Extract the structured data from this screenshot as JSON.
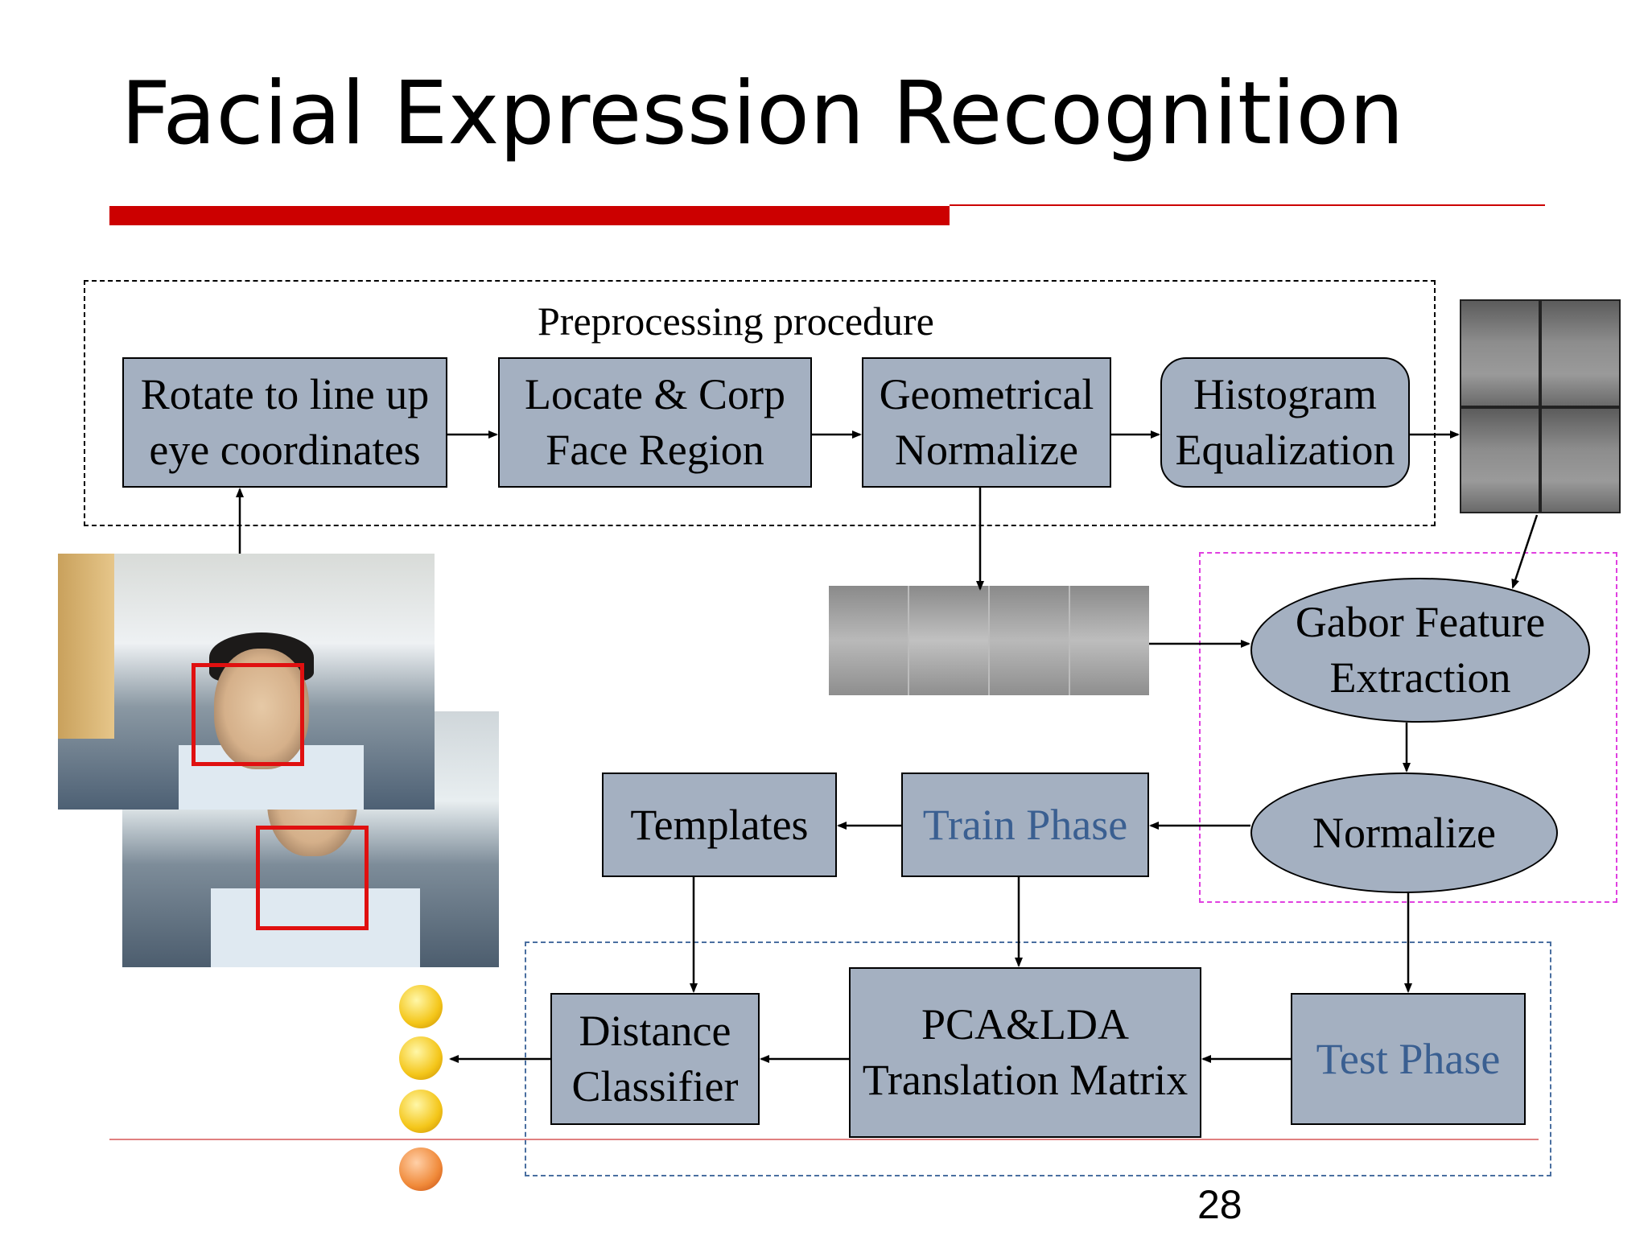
{
  "slide": {
    "title": "Facial Expression Recognition",
    "page_number": "28",
    "accent_color": "#cc0000"
  },
  "preprocessing": {
    "label": "Preprocessing procedure",
    "steps": [
      "Rotate to line up\neye coordinates",
      "Locate & Corp\nFace Region",
      "Geometrical\nNormalize",
      "Histogram\nEqualization"
    ]
  },
  "feature": {
    "gabor": "Gabor Feature\nExtraction",
    "normalize": "Normalize"
  },
  "train": {
    "phase": "Train Phase",
    "templates": "Templates"
  },
  "test": {
    "phase": "Test Phase",
    "pca": "PCA&LDA\nTranslation Matrix",
    "classifier": "Distance\nClassifier"
  },
  "colors": {
    "box_fill": "#a4b0c1",
    "phase_text": "#3a5f91",
    "feature_group_border": "#e040e0",
    "test_group_border": "#4a6fa0"
  },
  "icons": [
    "webcam-photo",
    "face-crop-thumbnail",
    "smile-emoji",
    "grin-emoji",
    "frown-emoji",
    "angry-emoji"
  ]
}
